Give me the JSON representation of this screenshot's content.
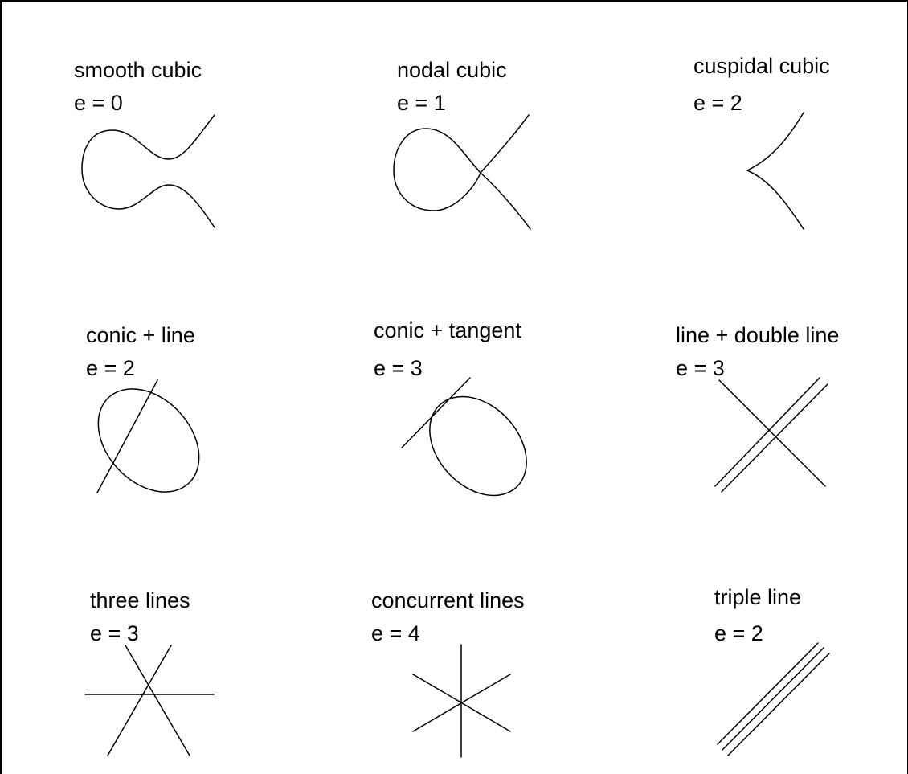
{
  "panels": [
    {
      "name": "smooth cubic",
      "e": "e = 0"
    },
    {
      "name": "nodal cubic",
      "e": "e = 1"
    },
    {
      "name": "cuspidal cubic",
      "e": "e = 2"
    },
    {
      "name": "conic + line",
      "e": "e = 2"
    },
    {
      "name": "conic + tangent",
      "e": "e = 3"
    },
    {
      "name": "line + double line",
      "e": "e = 3"
    },
    {
      "name": "three lines",
      "e": "e = 3"
    },
    {
      "name": "concurrent lines",
      "e": "e = 4"
    },
    {
      "name": "triple line",
      "e": "e = 2"
    }
  ]
}
